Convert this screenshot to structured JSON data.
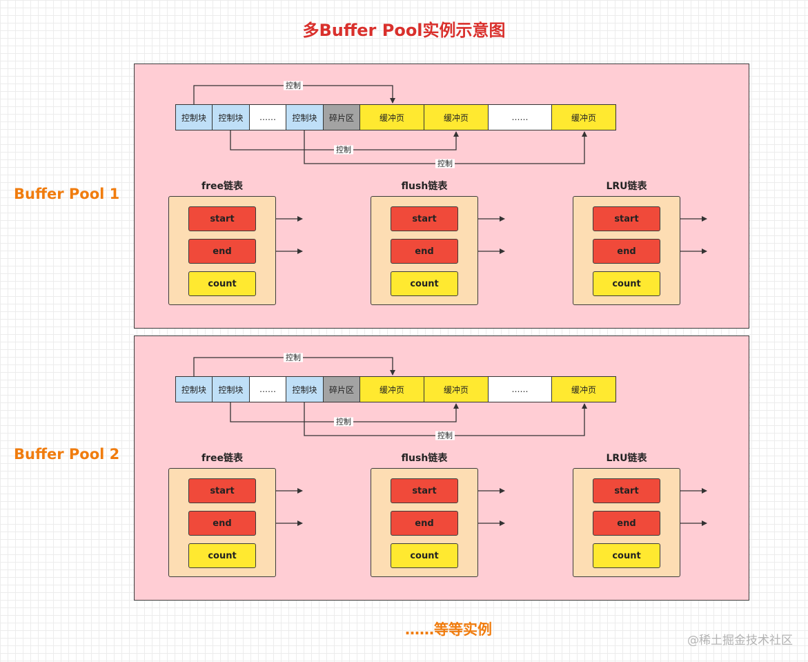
{
  "title": "多Buffer Pool实例示意图",
  "pools": [
    {
      "label": "Buffer Pool 1",
      "cells": [
        {
          "kind": "ctrl",
          "text": "控制块"
        },
        {
          "kind": "ctrl",
          "text": "控制块"
        },
        {
          "kind": "dots",
          "text": "……"
        },
        {
          "kind": "ctrl",
          "text": "控制块"
        },
        {
          "kind": "frag",
          "text": "碎片区"
        },
        {
          "kind": "buf",
          "text": "缓冲页"
        },
        {
          "kind": "buf",
          "text": "缓冲页"
        },
        {
          "kind": "dots",
          "text": "……"
        },
        {
          "kind": "buf",
          "text": "缓冲页"
        }
      ],
      "control_labels": [
        "控制",
        "控制",
        "控制"
      ],
      "lists": [
        {
          "title": "free链表",
          "items": [
            "start",
            "end",
            "count"
          ]
        },
        {
          "title": "flush链表",
          "items": [
            "start",
            "end",
            "count"
          ]
        },
        {
          "title": "LRU链表",
          "items": [
            "start",
            "end",
            "count"
          ]
        }
      ]
    },
    {
      "label": "Buffer Pool 2",
      "cells": [
        {
          "kind": "ctrl",
          "text": "控制块"
        },
        {
          "kind": "ctrl",
          "text": "控制块"
        },
        {
          "kind": "dots",
          "text": "……"
        },
        {
          "kind": "ctrl",
          "text": "控制块"
        },
        {
          "kind": "frag",
          "text": "碎片区"
        },
        {
          "kind": "buf",
          "text": "缓冲页"
        },
        {
          "kind": "buf",
          "text": "缓冲页"
        },
        {
          "kind": "dots",
          "text": "……"
        },
        {
          "kind": "buf",
          "text": "缓冲页"
        }
      ],
      "control_labels": [
        "控制",
        "控制",
        "控制"
      ],
      "lists": [
        {
          "title": "free链表",
          "items": [
            "start",
            "end",
            "count"
          ]
        },
        {
          "title": "flush链表",
          "items": [
            "start",
            "end",
            "count"
          ]
        },
        {
          "title": "LRU链表",
          "items": [
            "start",
            "end",
            "count"
          ]
        }
      ]
    }
  ],
  "footer": "……等等实例",
  "watermark": "@稀土掘金技术社区",
  "colors": {
    "title": "#d9302c",
    "pool_label": "#f07c0e",
    "pool_bg": "#ffcdd4",
    "control_block": "#bfdff7",
    "fragment": "#a3a3a3",
    "buffer_page": "#ffe930",
    "list_box": "#fdddb3",
    "list_red": "#f04a3a",
    "list_yellow": "#ffe930"
  }
}
